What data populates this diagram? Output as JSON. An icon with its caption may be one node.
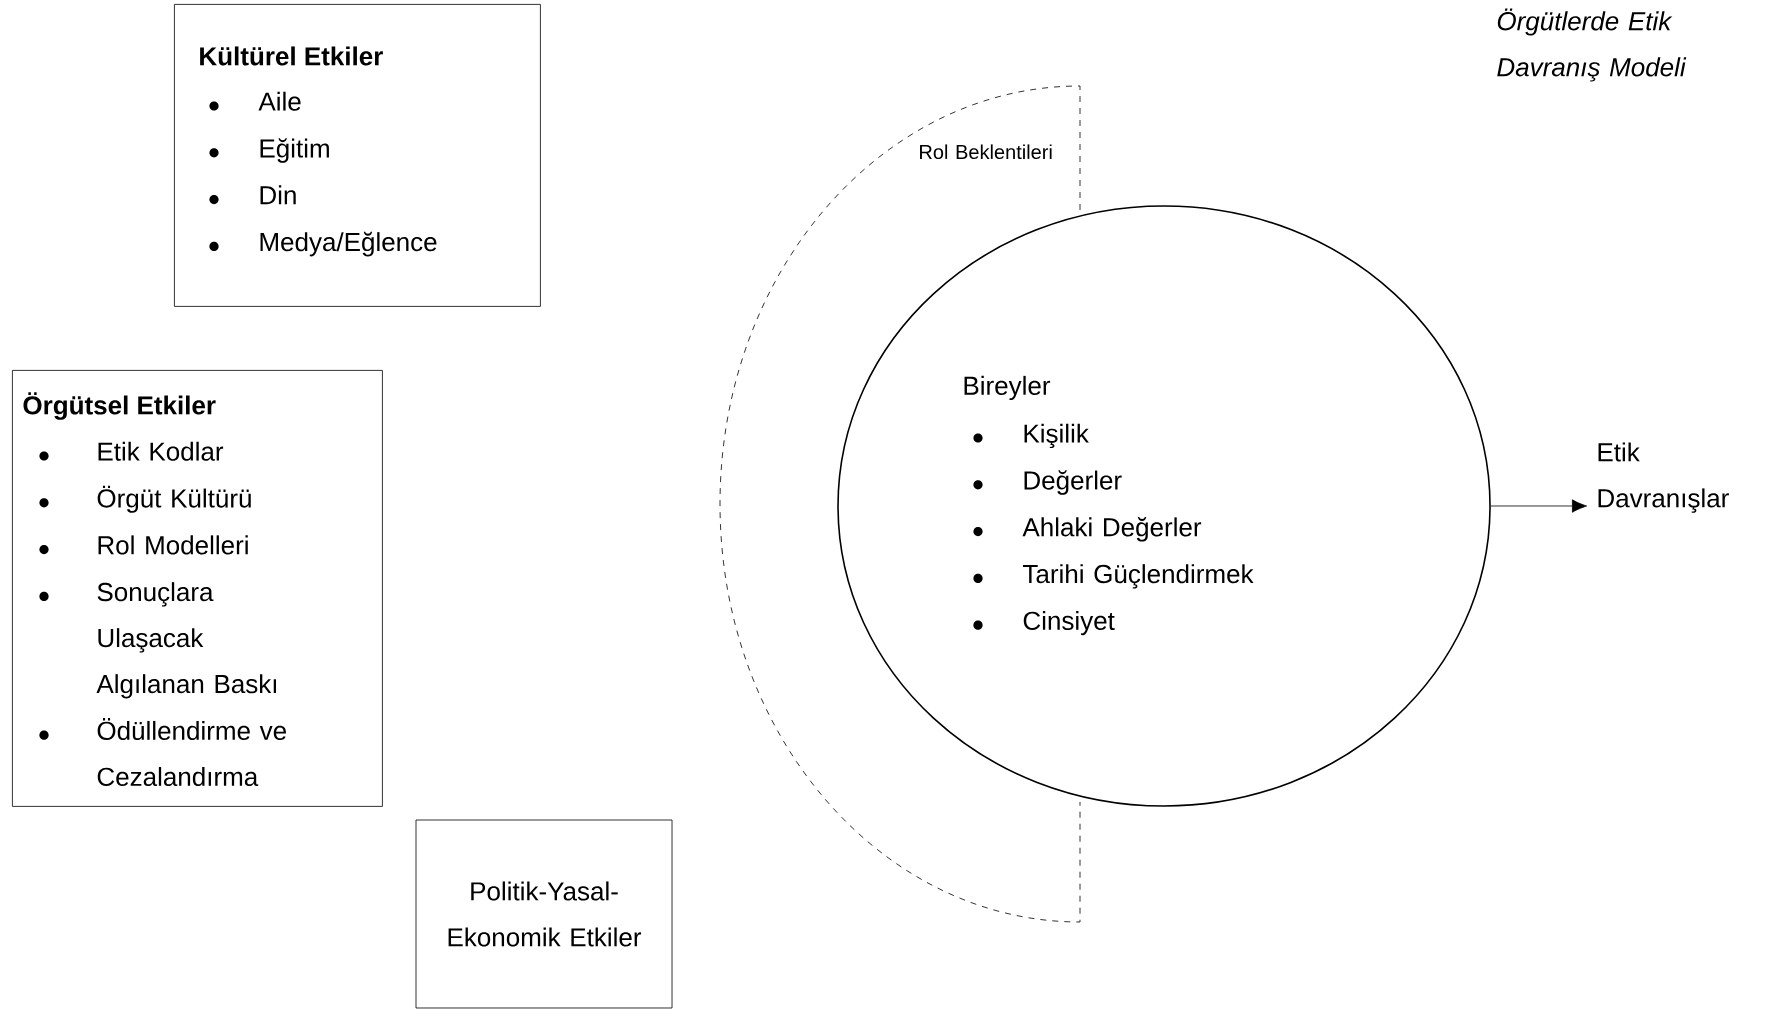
{
  "diagram": {
    "title": "Örgütlerde Etik Davranış Modeli",
    "nodes": [
      {
        "text": [
          "Kültürel Etkiler",
          "Aile",
          "Eğitim",
          "Din",
          "Medya/Eğlence"
        ]
      },
      {
        "text": [
          "Örgütsel Etkiler",
          "Etik Kodlar",
          "Örgüt Kültürü",
          "Rol Modelleri",
          "Sonuçlara Ulaşacak Algılanan Baskı",
          "Ödüllendirme ve Cezalandırma"
        ]
      },
      {
        "text": [
          "Politik-Yasal-Ekonomik Etkiler"
        ]
      },
      {
        "text": [
          "Rol Beklentileri"
        ]
      },
      {
        "text": [
          "Bireyler",
          "Kişilik",
          "Değerler",
          "Ahlaki Değerler",
          "Tarihi Güçlendirmek",
          "Cinsiyet"
        ]
      },
      {
        "text": [
          "Etik Davranışlar"
        ]
      }
    ],
    "edges": [
      {
        "from": 4,
        "to": 5,
        "arrow": "to"
      }
    ]
  }
}
